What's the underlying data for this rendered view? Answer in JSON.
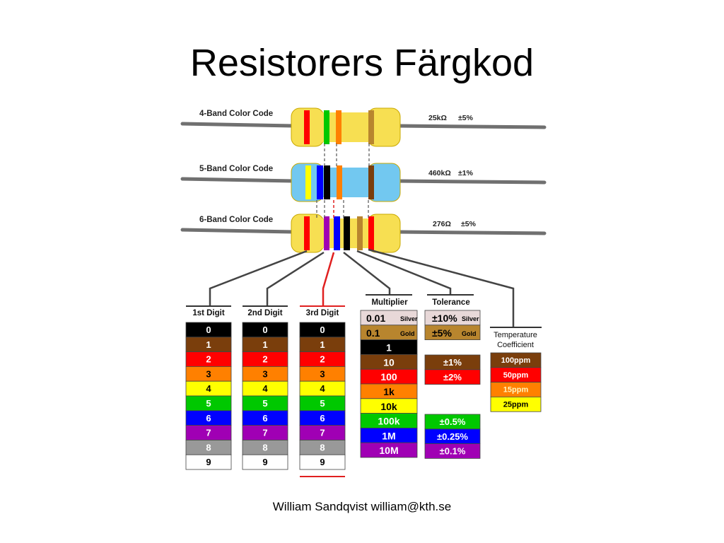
{
  "title": "Resistorers Färgkod",
  "footer": "William Sandqvist  william@kth.se",
  "colors": {
    "black": "#000000",
    "brown": "#7a3e0c",
    "red": "#ff0000",
    "orange": "#ff8000",
    "yellow": "#ffff00",
    "green": "#00c800",
    "blue": "#0000ff",
    "violet": "#a000b4",
    "gray": "#999999",
    "white": "#ffffff",
    "gold": "#b8852e",
    "silver": "#e8d8d8",
    "body_yellow": "#f7df52",
    "body_blue": "#72c8f0",
    "lead": "#707070",
    "highlight_red": "#e02020"
  },
  "resistors": [
    {
      "label": "4-Band Color Code",
      "value": "25kΩ",
      "tolerance": "±5%",
      "body": "body_yellow",
      "bands": [
        "red",
        "green",
        "orange",
        "gold"
      ]
    },
    {
      "label": "5-Band Color Code",
      "value": "460kΩ",
      "tolerance": "±1%",
      "body": "body_blue",
      "bands": [
        "yellow",
        "blue",
        "black",
        "orange",
        "brown"
      ]
    },
    {
      "label": "6-Band Color Code",
      "value": "276Ω",
      "tolerance": "±5%",
      "body": "body_yellow",
      "bands": [
        "red",
        "violet",
        "blue",
        "black",
        "gold",
        "red"
      ]
    }
  ],
  "digit_columns": [
    {
      "header": "1st Digit",
      "highlight": false
    },
    {
      "header": "2nd Digit",
      "highlight": false
    },
    {
      "header": "3rd Digit",
      "highlight": true
    }
  ],
  "digits": [
    {
      "value": "0",
      "color": "black"
    },
    {
      "value": "1",
      "color": "brown"
    },
    {
      "value": "2",
      "color": "red"
    },
    {
      "value": "3",
      "color": "orange"
    },
    {
      "value": "4",
      "color": "yellow"
    },
    {
      "value": "5",
      "color": "green"
    },
    {
      "value": "6",
      "color": "blue"
    },
    {
      "value": "7",
      "color": "violet"
    },
    {
      "value": "8",
      "color": "gray"
    },
    {
      "value": "9",
      "color": "white"
    }
  ],
  "multiplier": {
    "header": "Multiplier",
    "rows": [
      {
        "value": "0.01",
        "name": "Silver",
        "color": "silver"
      },
      {
        "value": "0.1",
        "name": "Gold",
        "color": "gold"
      },
      {
        "value": "1",
        "name": "",
        "color": "black"
      },
      {
        "value": "10",
        "name": "",
        "color": "brown"
      },
      {
        "value": "100",
        "name": "",
        "color": "red"
      },
      {
        "value": "1k",
        "name": "",
        "color": "orange"
      },
      {
        "value": "10k",
        "name": "",
        "color": "yellow"
      },
      {
        "value": "100k",
        "name": "",
        "color": "green"
      },
      {
        "value": "1M",
        "name": "",
        "color": "blue"
      },
      {
        "value": "10M",
        "name": "",
        "color": "violet"
      }
    ]
  },
  "tolerance": {
    "header": "Tolerance",
    "top_rows": [
      {
        "value": "±10%",
        "name": "Silver",
        "color": "silver"
      },
      {
        "value": "±5%",
        "name": "Gold",
        "color": "gold"
      }
    ],
    "mid_rows": [
      {
        "value": "±1%",
        "color": "brown"
      },
      {
        "value": "±2%",
        "color": "red"
      }
    ],
    "bottom_rows": [
      {
        "value": "±0.5%",
        "color": "green"
      },
      {
        "value": "±0.25%",
        "color": "blue"
      },
      {
        "value": "±0.1%",
        "color": "violet"
      }
    ]
  },
  "temperature": {
    "header_line1": "Temperature",
    "header_line2": "Coefficient",
    "rows": [
      {
        "value": "100ppm",
        "color": "brown"
      },
      {
        "value": "50ppm",
        "color": "red"
      },
      {
        "value": "15ppm",
        "color": "orange"
      },
      {
        "value": "25ppm",
        "color": "yellow"
      }
    ]
  }
}
